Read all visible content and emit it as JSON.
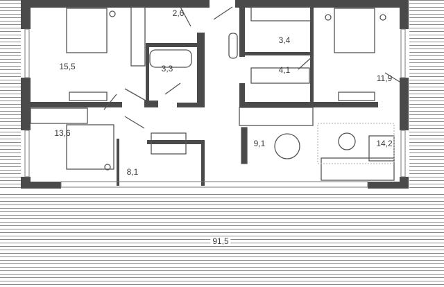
{
  "rooms": [
    {
      "id": "bedroom-1",
      "area": "15,5"
    },
    {
      "id": "wc",
      "area": "2,6"
    },
    {
      "id": "bathroom",
      "area": "3,3"
    },
    {
      "id": "wardrobe",
      "area": "3,4"
    },
    {
      "id": "hall",
      "area": "4,1"
    },
    {
      "id": "bedroom-2",
      "area": "11,9"
    },
    {
      "id": "bedroom-3",
      "area": "13,6"
    },
    {
      "id": "kitchen-dining",
      "area": "9,1"
    },
    {
      "id": "living-room",
      "area": "14,2"
    },
    {
      "id": "study",
      "area": "8,1"
    },
    {
      "id": "terrace",
      "area": "91,5"
    }
  ],
  "colors": {
    "wall": "#4a4a4a",
    "hatch": "#6a6a6a",
    "furniture": "#555555"
  }
}
